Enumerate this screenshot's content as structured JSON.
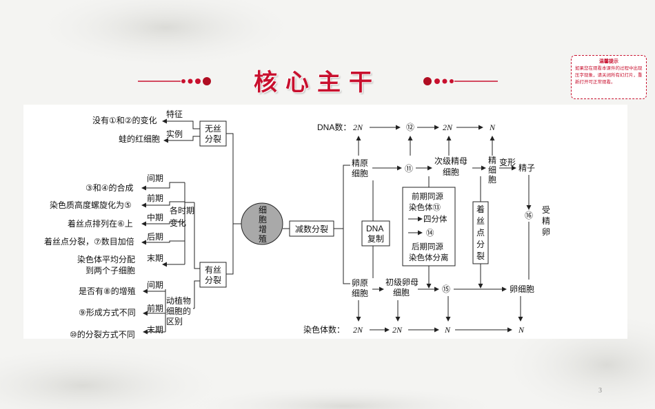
{
  "title": "核心主干",
  "notice": {
    "heading": "温馨提示",
    "body": "如果您在观看本课件的过程中出现压字现象，请关闭所有幻灯片，重新打开可正常观看。"
  },
  "page_number": "3",
  "center_node": "细胞增殖",
  "left": {
    "amitosis": {
      "box": "无丝分裂",
      "branch_feature": "特征",
      "branch_example": "实例",
      "feature_text": "没有①和②的变化",
      "example_text": "蛙的红细胞"
    },
    "mitosis": {
      "box": "有丝分裂",
      "phases_label": "各时期变化",
      "phases": [
        {
          "phase": "间期",
          "text": "③和④的合成"
        },
        {
          "phase": "前期",
          "text": "染色质高度螺旋化为⑤"
        },
        {
          "phase": "中期",
          "text": "着丝点排列在⑥上"
        },
        {
          "phase": "后期",
          "text": "着丝点分裂，⑦数目加倍"
        },
        {
          "phase": "末期",
          "text": "染色体平均分配到两个子细胞"
        }
      ],
      "diff_label": "动植物细胞的区别",
      "diffs": [
        {
          "phase": "间期",
          "text": "是否有⑧的增殖"
        },
        {
          "phase": "前期",
          "text": "⑨形成方式不同"
        },
        {
          "phase": "末期",
          "text": "⑩的分裂方式不同"
        }
      ]
    }
  },
  "right": {
    "meiosis_box": "减数分裂",
    "dna_row_label": "DNA数：",
    "dna_values": [
      "2N",
      "⑫",
      "2N",
      "N"
    ],
    "chrom_row_label": "染色体数：",
    "chrom_values": [
      "2N",
      "2N",
      "N",
      "N"
    ],
    "spermatogonium": "精原细胞",
    "oogonium": "卵原细胞",
    "dna_replication": "DNA复制",
    "circle11": "⑪",
    "secondary_spermatocyte": "次级精母细胞",
    "spermatid": "精细胞",
    "transform": "变形",
    "sperm": "精子",
    "primary_oocyte": "初级卵母细胞",
    "circle15": "⑮",
    "egg": "卵细胞",
    "fertilization_circle": "⑯",
    "fertilized_egg": "受精卵",
    "centromere_split": "着丝点分裂",
    "prophase_box": {
      "line1": "前期同源",
      "line2": "染色体⑬",
      "line3": "→四分体",
      "line4": "→ ⑭",
      "line5": "后期同源",
      "line6": "染色体分离"
    }
  }
}
